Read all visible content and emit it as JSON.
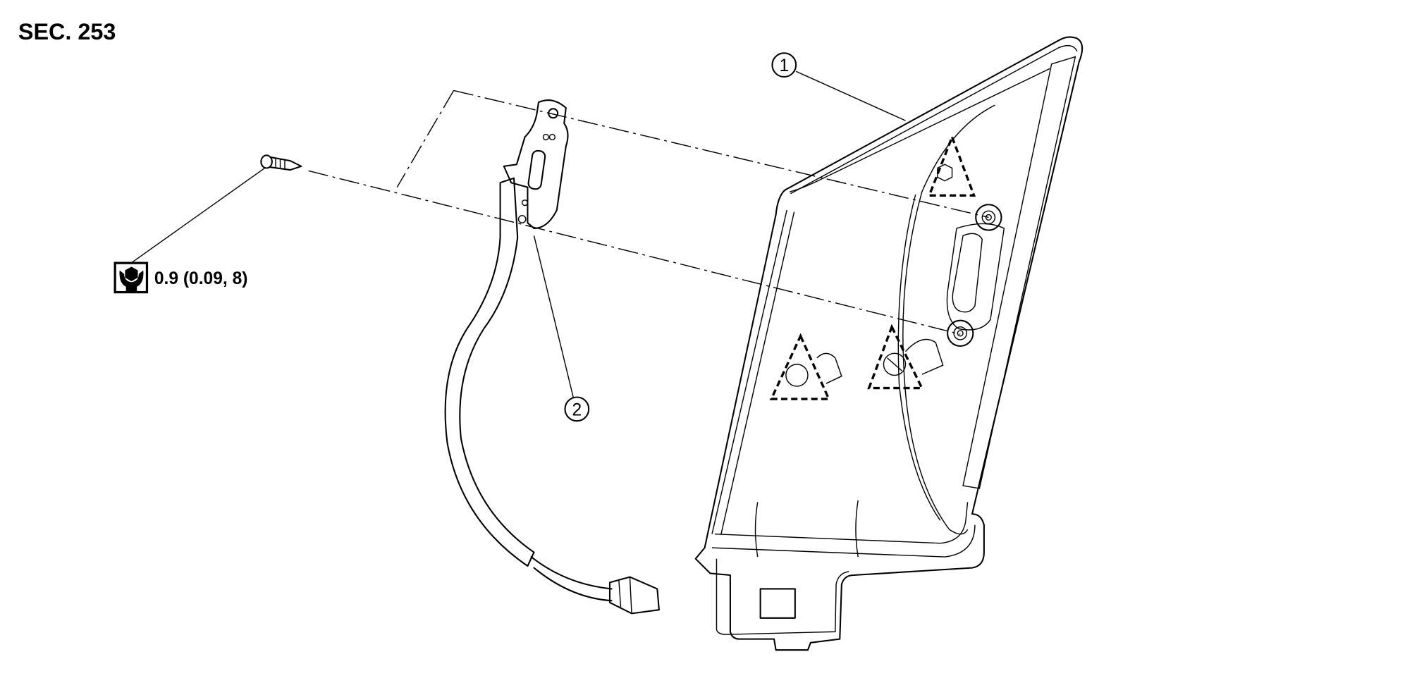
{
  "section_label": "SEC. 253",
  "callouts": [
    {
      "number": "1",
      "part": "door-mirror"
    },
    {
      "number": "2",
      "part": "mirror-harness"
    }
  ],
  "torque_spec": {
    "icon": "torque-wrench-icon",
    "text": "0.9 (0.09, 8)"
  },
  "colors": {
    "ink": "#000000",
    "background": "#ffffff"
  }
}
